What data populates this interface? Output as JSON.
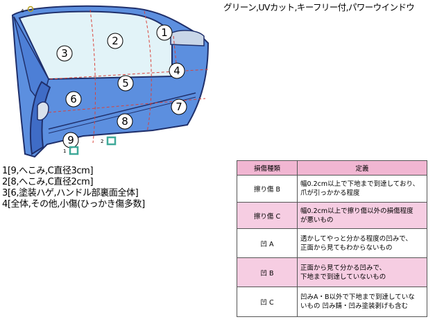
{
  "header": {
    "caption": "グリーン,UVカット,キーフリー付,パワーウインドウ"
  },
  "figure": {
    "markers": [
      "1",
      "2",
      "3",
      "4",
      "5",
      "6",
      "7",
      "8",
      "9"
    ],
    "pin_labels": [
      "4",
      "1",
      "2"
    ]
  },
  "notes": [
    "1[9,へこみ,C直径3cm]",
    "2[8,へこみ,C直径2cm]",
    "3[6,塗装ハゲ,ハンドル部裏面全体]",
    "4[全体,その他,小傷(ひっかき傷多数]"
  ],
  "legend": {
    "headers": [
      "損傷種類",
      "定義"
    ],
    "rows": [
      {
        "type": "擦り傷 B",
        "def_line1": "幅0.2cm以上で下地まで到達しており、",
        "def_line2": "爪が引っかかる程度"
      },
      {
        "type": "擦り傷 C",
        "def_line1": "幅0.2cm以上で擦り傷以外の損傷程度",
        "def_line2": "が悪いもの"
      },
      {
        "type": "凹 A",
        "def_line1": "透かしてやっと分かる程度の凹みで、",
        "def_line2": "正面から見てもわからないもの"
      },
      {
        "type": "凹 B",
        "def_line1": "正面から見て分かる凹みで、",
        "def_line2": "下地まで到達していないもの"
      },
      {
        "type": "凹 C",
        "def_line1": "凹みA・B以外で下地まで到達していな",
        "def_line2": "いもの 凹み錆・凹み塗装剥げも含む"
      }
    ]
  },
  "colors": {
    "door_body": "#5c8fdf",
    "door_inner": "#3f6cc6",
    "window": "#e2f3f8",
    "dash": "#d9423a",
    "clip": "#3fa999",
    "header_pink": "#f1b6d2",
    "row_pink": "#f6cde2"
  }
}
